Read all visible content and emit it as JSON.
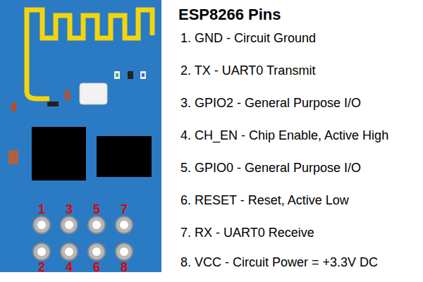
{
  "diagram": {
    "title": "ESP8266 Pins",
    "labels": [
      "1. GND - Circuit Ground",
      "2. TX - UART0 Transmit",
      "3. GPIO2 - General Purpose I/O",
      "4. CH_EN - Chip Enable, Active High",
      "5. GPIO0 - General Purpose I/O",
      "6. RESET - Reset, Active Low",
      "7. RX - UART0 Receive",
      "8. VCC - Circuit Power = +3.3V DC",
      "1",
      "3",
      "5",
      "7",
      "2",
      "4",
      "6",
      "8"
    ]
  }
}
